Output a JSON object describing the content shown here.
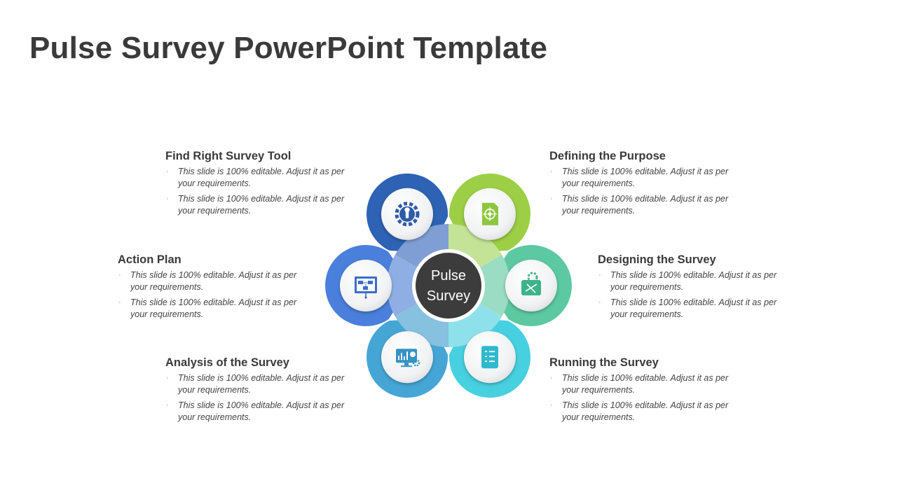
{
  "title": "Pulse Survey PowerPoint Template",
  "center": {
    "line1": "Pulse",
    "line2": "Survey"
  },
  "colors": {
    "dark": "#3c3c3c",
    "bullet": "#2fb59a"
  },
  "petals": [
    {
      "name": "find-right-survey-tool",
      "icon": "gear-wrench-icon",
      "color1": "#2d62b4",
      "color2": "#1d4fa0",
      "inner": "#7f9ed4",
      "icon_color": "#2e5ca8"
    },
    {
      "name": "defining-the-purpose",
      "icon": "document-target-icon",
      "color1": "#9ccf45",
      "color2": "#8cc63f",
      "inner": "#c4e397",
      "icon_color": "#8cc63f"
    },
    {
      "name": "designing-the-survey",
      "icon": "blueprint-gear-icon",
      "color1": "#5cc9a2",
      "color2": "#46bc90",
      "inner": "#9bdcc4",
      "icon_color": "#3db38a"
    },
    {
      "name": "running-the-survey",
      "icon": "checklist-icon",
      "color1": "#46d0e0",
      "color2": "#33c3d6",
      "inner": "#8ee1ea",
      "icon_color": "#2fb9cc"
    },
    {
      "name": "analysis-of-the-survey",
      "icon": "monitor-chart-icon",
      "color1": "#45a6d6",
      "color2": "#3596c8",
      "inner": "#86c1df",
      "icon_color": "#3592c4"
    },
    {
      "name": "action-plan",
      "icon": "presentation-board-icon",
      "color1": "#4a7fdb",
      "color2": "#3a6bcb",
      "inner": "#8faee3",
      "icon_color": "#3c6cc8"
    }
  ],
  "blocks": [
    {
      "name": "find-right-survey-tool",
      "heading": "Find Right Survey Tool",
      "bullets": [
        "This slide is 100% editable. Adjust it as per your requirements.",
        "This slide is 100% editable. Adjust it as per your requirements."
      ]
    },
    {
      "name": "defining-the-purpose",
      "heading": "Defining the Purpose",
      "bullets": [
        "This slide is 100% editable. Adjust it as per your requirements.",
        "This slide is 100% editable. Adjust it as per your requirements."
      ]
    },
    {
      "name": "action-plan",
      "heading": "Action Plan",
      "bullets": [
        "This slide is 100% editable. Adjust it as per your requirements.",
        "This slide is 100% editable. Adjust it as per your requirements."
      ]
    },
    {
      "name": "designing-the-survey",
      "heading": "Designing the Survey",
      "bullets": [
        "This slide is 100% editable. Adjust it as per your requirements.",
        "This slide is 100% editable. Adjust it as per your requirements."
      ]
    },
    {
      "name": "analysis-of-the-survey",
      "heading": "Analysis of the Survey",
      "bullets": [
        "This slide is 100% editable. Adjust it as per your requirements.",
        "This slide is 100% editable. Adjust it as per your requirements."
      ]
    },
    {
      "name": "running-the-survey",
      "heading": "Running the Survey",
      "bullets": [
        "This slide is 100% editable. Adjust it as per your requirements.",
        "This slide is 100% editable. Adjust it as per your requirements."
      ]
    }
  ]
}
